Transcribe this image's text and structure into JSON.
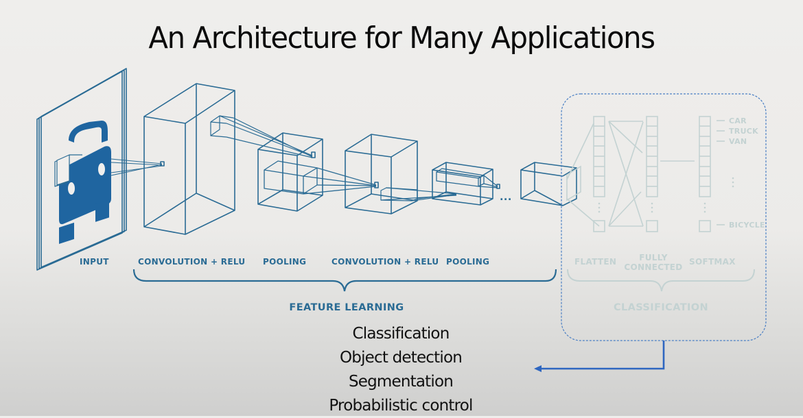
{
  "slide": {
    "title": "An Architecture for Many Applications"
  },
  "diagram": {
    "stage_labels": {
      "input": "INPUT",
      "conv1": "CONVOLUTION + RELU",
      "pool1": "POOLING",
      "conv2": "CONVOLUTION + RELU",
      "pool2": "POOLING",
      "flatten": "FLATTEN",
      "fully_connected_line1": "FULLY",
      "fully_connected_line2": "CONNECTED",
      "softmax": "SOFTMAX"
    },
    "ellipsis": "...",
    "group_labels": {
      "feature_learning": "FEATURE LEARNING",
      "classification": "CLASSIFICATION"
    },
    "output_classes": [
      "CAR",
      "TRUCK",
      "VAN",
      "BICYCLE"
    ],
    "colors": {
      "primary": "#2a6b94",
      "car_fill": "#1f65a0",
      "faded": "#c3d2d2",
      "highlight_box": "#4a7fc4",
      "arrow": "#2e66c0"
    }
  },
  "applications": {
    "items": [
      "Classification",
      "Object detection",
      "Segmentation",
      "Probabilistic control"
    ]
  }
}
